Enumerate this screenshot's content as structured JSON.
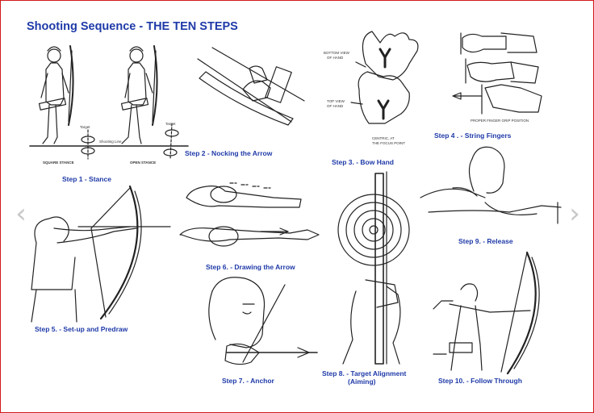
{
  "title": "Shooting Sequence - THE TEN STEPS",
  "steps": [
    {
      "label": "Step 1 - Stance"
    },
    {
      "label": "Step 2 - Nocking the Arrow"
    },
    {
      "label": "Step 3. - Bow Hand"
    },
    {
      "label": "Step 4 . - String Fingers"
    },
    {
      "label": "Step 5. - Set-up and Predraw"
    },
    {
      "label": "Step 6. - Drawing the Arrow"
    },
    {
      "label": "Step 7. - Anchor"
    },
    {
      "label": "Step 8. - Target Alignment",
      "label2": "(Aiming)"
    },
    {
      "label": "Step 9. - Release"
    },
    {
      "label": "Step 10. - Follow Through"
    }
  ],
  "stance_labels": {
    "target": "Target",
    "target2": "Target",
    "shooting_line": "Shooting Line",
    "square": "SQUARE STANCE",
    "open": "OPEN STANCE"
  },
  "hand_labels": {
    "bottom_view": [
      "BOTTOM VIEW",
      "OF HAND"
    ],
    "top_view": [
      "TOP VIEW",
      "OF HAND"
    ],
    "centric": [
      "CENTRIC, AT",
      "THE FOCUS POINT"
    ]
  },
  "finger_labels": {
    "caption": "PROPER FINGER GRIP POSITION"
  },
  "nav": {
    "prev_icon": "chevron-left-icon",
    "next_icon": "chevron-right-icon"
  },
  "colors": {
    "caption": "#1f3aa8",
    "border": "#d21a1a"
  }
}
